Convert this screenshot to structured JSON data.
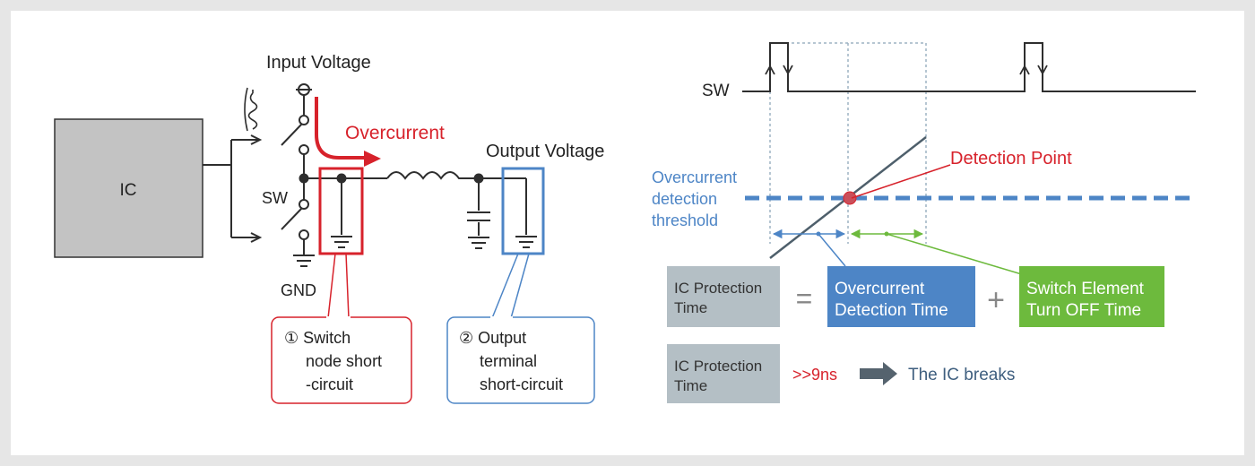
{
  "circuit": {
    "ic_label": "IC",
    "input_voltage_label": "Input Voltage",
    "overcurrent_label": "Overcurrent",
    "output_voltage_label": "Output Voltage",
    "sw_label": "SW",
    "gnd_label": "GND",
    "callout_1": {
      "line1": "① Switch",
      "line2": "node short",
      "line3": "-circuit"
    },
    "callout_2": {
      "line1": "② Output",
      "line2": "terminal",
      "line3": "short-circuit"
    }
  },
  "timing": {
    "sw_label": "SW",
    "detection_point_label": "Detection Point",
    "threshold_label": {
      "line1": "Overcurrent",
      "line2": "detection",
      "line3": "threshold"
    }
  },
  "equation": {
    "ic_protection_time": {
      "line1": "IC Protection",
      "line2": "Time"
    },
    "equals": "=",
    "overcurrent_detection_time": {
      "line1": "Overcurrent",
      "line2": "Detection Time"
    },
    "plus": "+",
    "switch_element_turnoff_time": {
      "line1": "Switch Element",
      "line2": "Turn OFF Time"
    }
  },
  "breaks_row": {
    "ic_protection_time": {
      "line1": "IC Protection",
      "line2": "Time"
    },
    "duration": ">>9ns",
    "result": "The IC breaks"
  },
  "colors": {
    "red": "#d7222b",
    "blue": "#4d85c6",
    "green": "#6dba3d",
    "gray_box": "#b4bfc5",
    "line_dark": "#2e2e2e",
    "slope": "#4e5f6b"
  }
}
